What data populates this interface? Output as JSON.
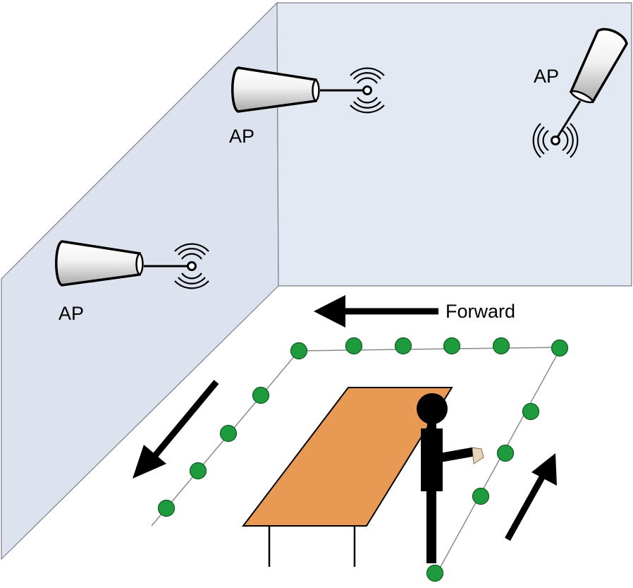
{
  "labels": {
    "ap_left": "AP",
    "ap_center": "AP",
    "ap_right": "AP",
    "forward": "Forward"
  },
  "colors": {
    "left_wall": "#dde3ee",
    "back_wall": "#e3e9f3",
    "wall_edge": "#7a7f88",
    "table": "#e89a55",
    "waypoint": "#1e9b3c",
    "path_line": "#8a8a8a",
    "person": "#000000"
  },
  "icons": {
    "access_point": "horn-antenna-icon",
    "signal": "signal-waves-icon",
    "direction": "arrow-icon",
    "person": "person-icon"
  }
}
